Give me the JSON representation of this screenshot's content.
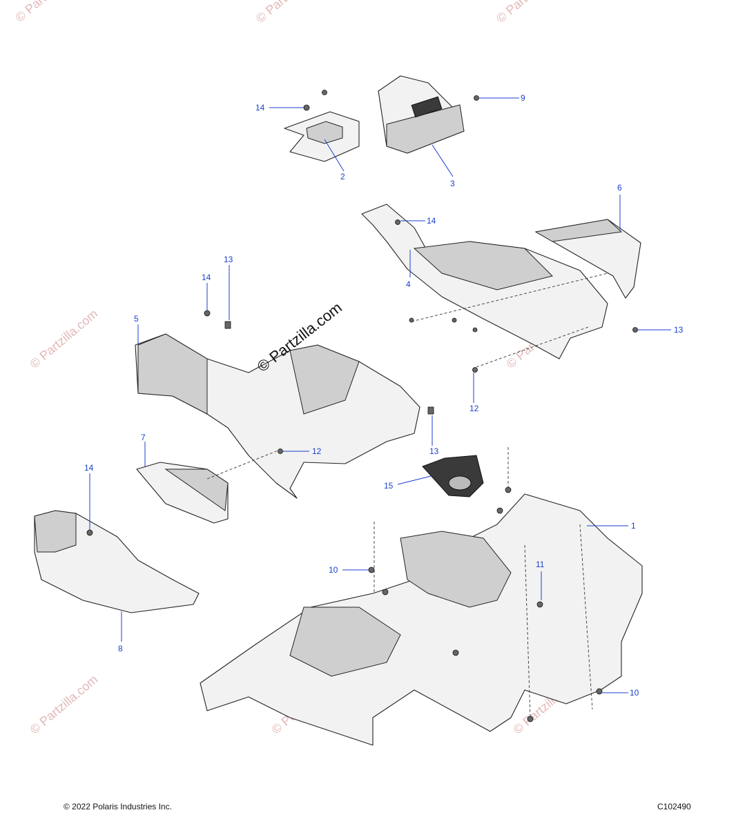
{
  "watermarks": {
    "text": "© Partzilla.com",
    "center_text": "© Partzilla.com"
  },
  "callouts": [
    {
      "label": "14"
    },
    {
      "label": "9"
    },
    {
      "label": "2"
    },
    {
      "label": "3"
    },
    {
      "label": "6"
    },
    {
      "label": "14"
    },
    {
      "label": "4"
    },
    {
      "label": "13"
    },
    {
      "label": "14"
    },
    {
      "label": "5"
    },
    {
      "label": "13"
    },
    {
      "label": "12"
    },
    {
      "label": "13"
    },
    {
      "label": "12"
    },
    {
      "label": "7"
    },
    {
      "label": "14"
    },
    {
      "label": "15"
    },
    {
      "label": "1"
    },
    {
      "label": "10"
    },
    {
      "label": "11"
    },
    {
      "label": "8"
    },
    {
      "label": "10"
    }
  ],
  "footer": {
    "copyright": "© 2022 Polaris Industries Inc.",
    "code": "C102490"
  }
}
